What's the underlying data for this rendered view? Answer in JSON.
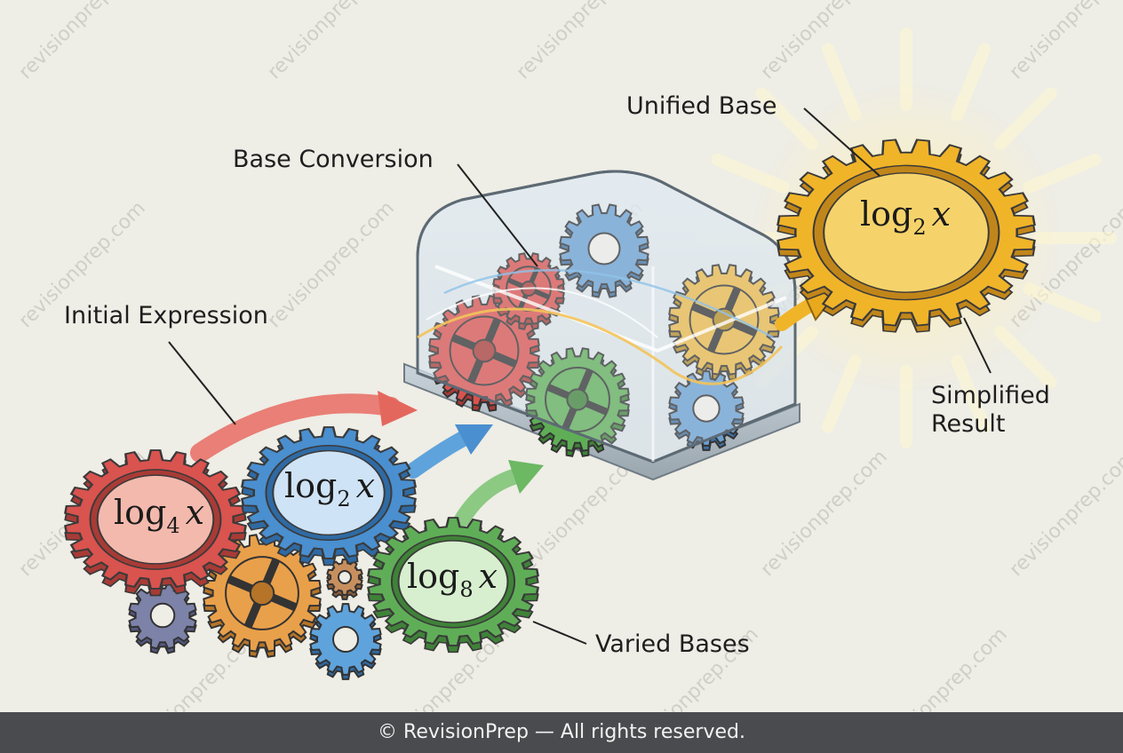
{
  "labels": {
    "unified_base": "Unified Base",
    "base_conversion": "Base Conversion",
    "initial_expression": "Initial Expression",
    "simplified_result": "Simplified\nResult",
    "varied_bases": "Varied Bases"
  },
  "gears": {
    "red": {
      "prefix": "log",
      "base": "4",
      "var": "x"
    },
    "blue": {
      "prefix": "log",
      "base": "2",
      "var": "x"
    },
    "green": {
      "prefix": "log",
      "base": "8",
      "var": "x"
    },
    "result": {
      "prefix": "log",
      "base": "2",
      "var": "x"
    }
  },
  "watermark": "revisionprep.com",
  "footer": "© RevisionPrep — All rights reserved.",
  "colors": {
    "red": "#d9534f",
    "blue": "#4a8fcf",
    "green": "#5fae57",
    "gold": "#f0b429",
    "orange": "#e9a04a",
    "background": "#eeede6",
    "footer": "#4a4b4e"
  }
}
